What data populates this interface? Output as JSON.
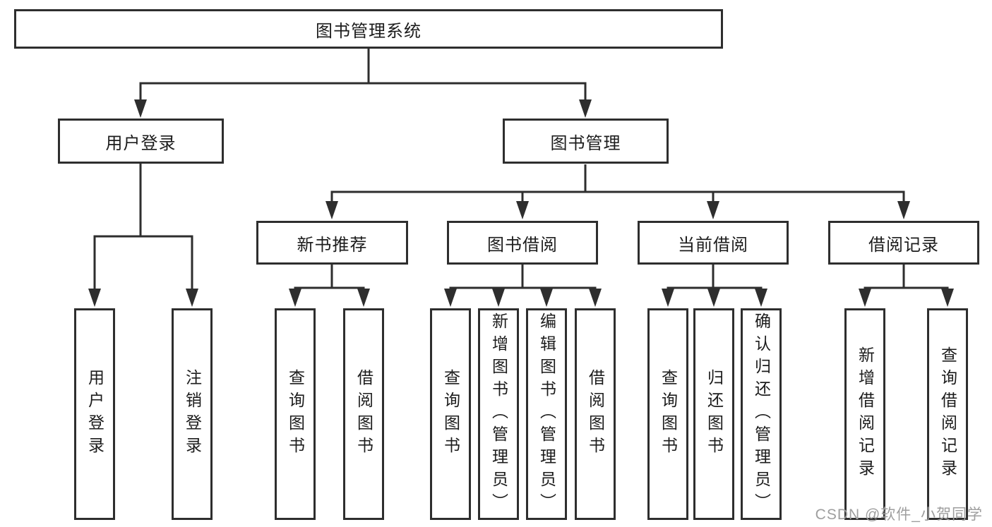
{
  "diagram": {
    "root": {
      "label": "图书管理系统"
    },
    "level2": [
      {
        "label": "用户登录"
      },
      {
        "label": "图书管理"
      }
    ],
    "level3": [
      {
        "label": "新书推荐"
      },
      {
        "label": "图书借阅"
      },
      {
        "label": "当前借阅"
      },
      {
        "label": "借阅记录"
      }
    ],
    "leaves": {
      "user_login": [
        {
          "label": "用户登录"
        },
        {
          "label": "注销登录"
        }
      ],
      "new_book_recommend": [
        {
          "label": "查询图书"
        },
        {
          "label": "借阅图书"
        }
      ],
      "book_borrow": [
        {
          "label": "查询图书"
        },
        {
          "label": "新增图书（管理员）"
        },
        {
          "label": "编辑图书（管理员）"
        },
        {
          "label": "借阅图书"
        }
      ],
      "current_borrow": [
        {
          "label": "查询图书"
        },
        {
          "label": "归还图书"
        },
        {
          "label": "确认归还（管理员）"
        }
      ],
      "borrow_records": [
        {
          "label": "新增借阅记录"
        },
        {
          "label": "查询借阅记录"
        }
      ]
    }
  },
  "watermark": {
    "text": "CSDN @软件_小贺同学"
  },
  "colors": {
    "line": "#2e2e2e",
    "text": "#1c1c1c",
    "watermark": "#9e9e9e",
    "background": "#ffffff"
  }
}
